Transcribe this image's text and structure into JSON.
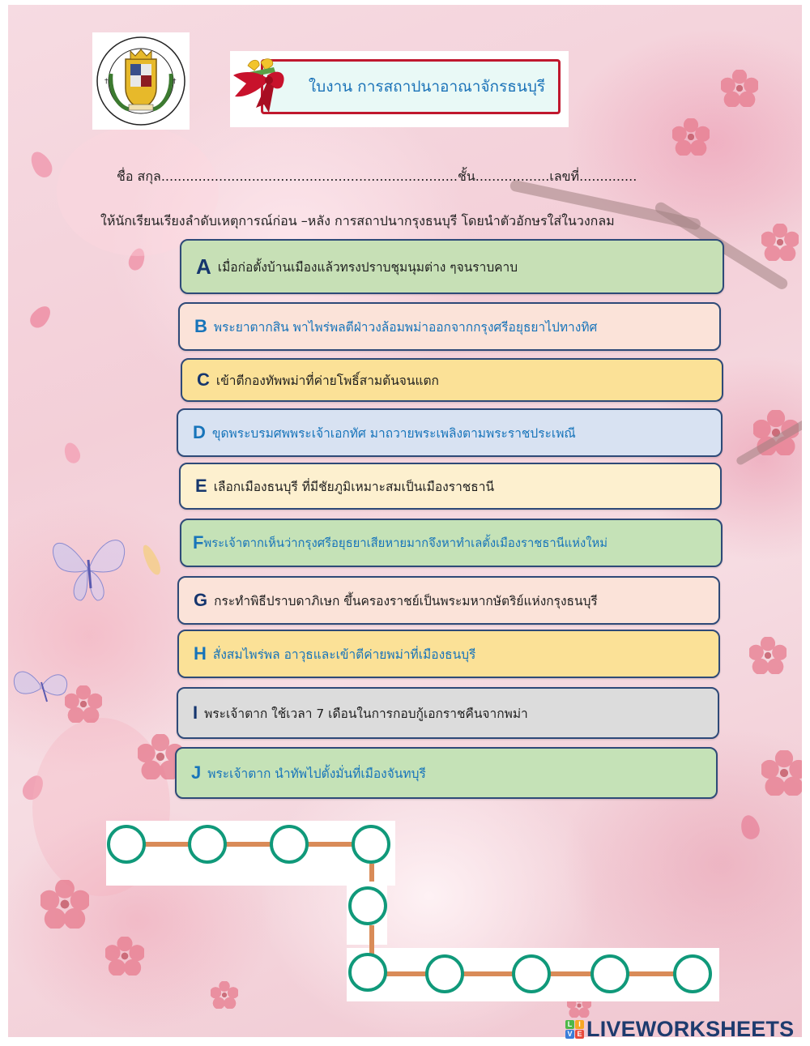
{
  "header": {
    "logo_text": "ASSUMPTION COLLEGE UBONRATCHATHANI · UBONRATCHATHANI-THAILAND",
    "title": "ใบงาน การสถาปนาอาณาจักรธนบุรี"
  },
  "form": {
    "name_line": "ชื่อ สกุล........................................................................ชั้น..................เลขที่..............",
    "instruction": "ให้นักเรียนเรียงลำดับเหตุการณ์ก่อน –หลัง การสถาปนากรุงธนบุรี โดยนำตัวอักษรใส่ในวงกลม"
  },
  "events": [
    {
      "letter": "A",
      "text": "เมื่อก่อตั้งบ้านเมืองแล้วทรงปราบชุมนุมต่าง ๆจนราบคาบ",
      "bg": "#c7e0b6",
      "letter_color": "#16366e",
      "text_color": "#1e1e1e"
    },
    {
      "letter": "B",
      "text": "พระยาตากสิน พาไพร่พลตีฝ่าวงล้อมพม่าออกจากกรุงศรีอยุธยาไปทางทิศ",
      "bg": "#fbe3d9",
      "letter_color": "#1774ba",
      "text_color": "#1774ba"
    },
    {
      "letter": "C",
      "text": "เข้าตีกองทัพพม่าที่ค่ายโพธิ์สามต้นจนแตก",
      "bg": "#fbe197",
      "letter_color": "#16366e",
      "text_color": "#1e1e1e"
    },
    {
      "letter": "D",
      "text": "ขุดพระบรมศพพระเจ้าเอกทัศ มาถวายพระเพลิงตามพระราชประเพณี",
      "bg": "#d8e2f2",
      "letter_color": "#1774ba",
      "text_color": "#1774ba"
    },
    {
      "letter": "E",
      "text": "เลือกเมืองธนบุรี ที่มีชัยภูมิเหมาะสมเป็นเมืองราชธานี",
      "bg": "#fdf0cf",
      "letter_color": "#16366e",
      "text_color": "#1e1e1e"
    },
    {
      "letter": "F",
      "text": "พระเจ้าตากเห็นว่ากรุงศรีอยุธยาเสียหายมากจึงหาทำเลตั้งเมืองราชธานีแห่งใหม่",
      "bg": "#c5e2b7",
      "letter_color": "#1774ba",
      "text_color": "#1774ba"
    },
    {
      "letter": "G",
      "text": "กระทำพิธีปราบดาภิเษก ขึ้นครองราชย์เป็นพระมหากษัตริย์แห่งกรุงธนบุรี",
      "bg": "#fbe3d9",
      "letter_color": "#16366e",
      "text_color": "#1e1e1e"
    },
    {
      "letter": "H",
      "text": "สั่งสมไพร่พล อาวุธและเข้าตีค่ายพม่าที่เมืองธนบุรี",
      "bg": "#fbe197",
      "letter_color": "#1774ba",
      "text_color": "#1774ba"
    },
    {
      "letter": "I",
      "text": "พระเจ้าตาก  ใช้เวลา 7 เดือนในการกอบกู้เอกราชคืนจากพม่า",
      "bg": "#dcdcdc",
      "letter_color": "#16366e",
      "text_color": "#1e1e1e"
    },
    {
      "letter": "J",
      "text": "พระเจ้าตาก นำทัพไปตั้งมั่นที่เมืองจันทบุรี",
      "bg": "#c5e2b7",
      "letter_color": "#1774ba",
      "text_color": "#1774ba"
    }
  ],
  "answer_circles": {
    "count": 10,
    "values": [
      "",
      "",
      "",
      "",
      "",
      "",
      "",
      "",
      "",
      ""
    ],
    "circle_color": "#10997a",
    "connector_color": "#d98b58"
  },
  "footer": {
    "brand": "LIVEWORKSHEETS",
    "brand_icon_letters": [
      "L",
      "I",
      "V",
      "E"
    ]
  }
}
